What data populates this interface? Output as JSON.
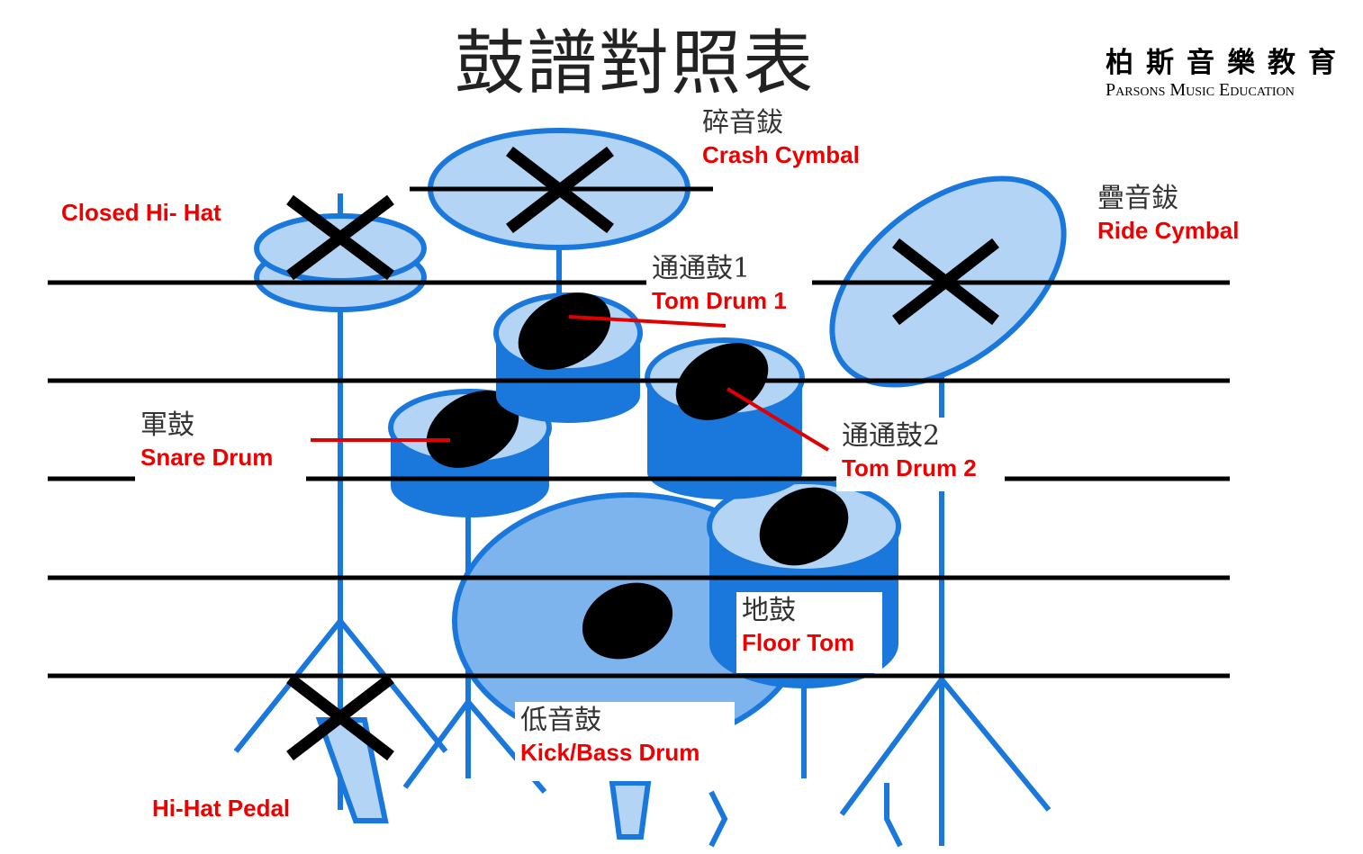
{
  "title": "鼓譜對照表",
  "logo": {
    "chinese": "柏斯音樂教育",
    "english": "Parsons Music Education"
  },
  "labels": {
    "crash": {
      "zh": "碎音鈸",
      "en": "Crash Cymbal"
    },
    "hihat": {
      "en": "Closed Hi- Hat"
    },
    "ride": {
      "zh": "疊音鈸",
      "en": "Ride Cymbal"
    },
    "tom1": {
      "zh": "通通鼓1",
      "en": "Tom Drum 1"
    },
    "tom2": {
      "zh": "通通鼓2",
      "en": "Tom Drum 2"
    },
    "snare": {
      "zh": "軍鼓",
      "en": "Snare Drum"
    },
    "floor": {
      "zh": "地鼓",
      "en": "Floor Tom"
    },
    "kick": {
      "zh": "低音鼓",
      "en": "Kick/Bass Drum"
    },
    "pedal": {
      "en": "Hi-Hat Pedal"
    }
  },
  "colors": {
    "light": "#b4d4f6",
    "mid": "#7db4ee",
    "stroke": "#1a78dc",
    "label": "#e00000"
  }
}
